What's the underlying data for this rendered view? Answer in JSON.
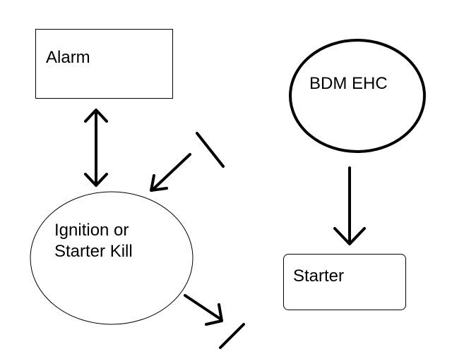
{
  "diagram": {
    "nodes": {
      "alarm": {
        "label": "Alarm",
        "shape": "rectangle"
      },
      "bdm_ehc": {
        "label": "BDM EHC",
        "shape": "ellipse"
      },
      "ignition_kill": {
        "label_lines": [
          "Ignition or",
          "Starter Kill"
        ],
        "shape": "ellipse"
      },
      "starter": {
        "label": "Starter",
        "shape": "rounded-rectangle"
      }
    },
    "connectors": [
      {
        "from": "alarm",
        "to": "ignition_kill",
        "style": "double-headed-arrow"
      },
      {
        "from": "bdm_ehc",
        "to": "starter",
        "style": "arrow"
      },
      {
        "to": "ignition_kill",
        "style": "incoming-arrow-with-bar"
      },
      {
        "from": "ignition_kill",
        "style": "outgoing-arrow-with-bar"
      }
    ],
    "colors": {
      "stroke": "#000000",
      "background": "#ffffff"
    }
  }
}
